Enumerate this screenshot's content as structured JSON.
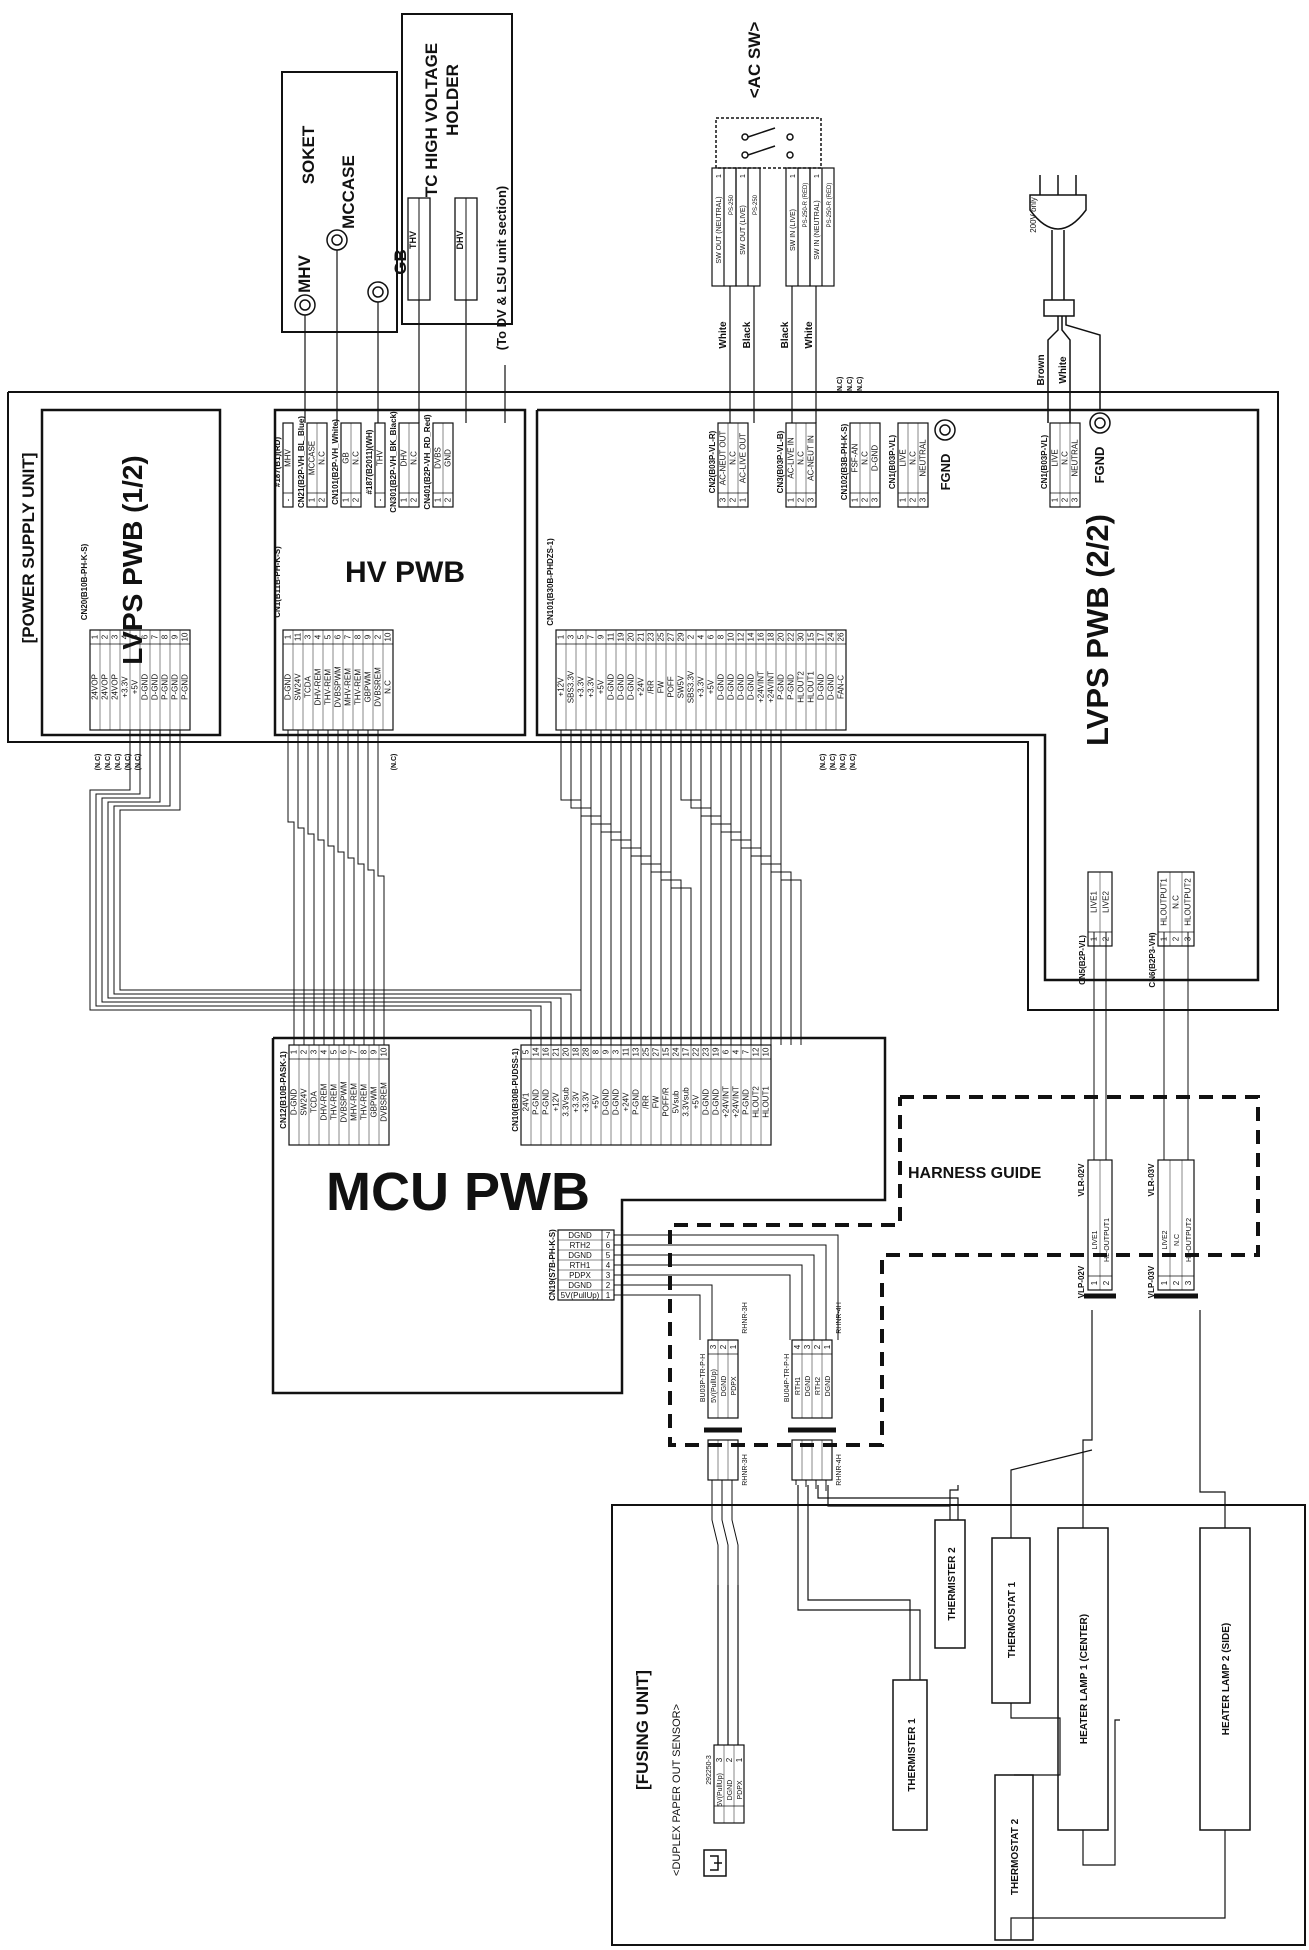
{
  "labels": {
    "power_supply_unit": "[POWER SUPPLY UNIT]",
    "lvps1": "LVPS PWB (1/2)",
    "lvps2": "LVPS PWB (2/2)",
    "hv_pwb": "HV PWB",
    "mcu_pwb": "MCU PWB",
    "fusing_unit": "[FUSING UNIT]",
    "harness_guide": "HARNESS GUIDE",
    "ac_sw": "<AC SW>",
    "to_dv_lsu": "(To DV & LSU unit section)",
    "soket": "SOKET",
    "mccase": "MCCASE",
    "mhv": "MHV",
    "gb": "GB",
    "tc_hv_holder_1": "TC HIGH VOLTAGE",
    "tc_hv_holder_2": "HOLDER",
    "thv": "THV",
    "dhv": "DHV",
    "fgnd1": "FGND",
    "fgnd2": "FGND",
    "v200": "200V only",
    "duplex_sensor": "<DUPLEX PAPER OUT SENSOR>",
    "thermister1": "THERMISTER 1",
    "thermister2": "THERMISTER 2",
    "thermostat1": "THERMOSTAT 1",
    "thermostat2": "THERMOSTAT 2",
    "heater1": "HEATER LAMP 1 (CENTER)",
    "heater2": "HEATER LAMP 2 (SIDE)"
  },
  "wires": {
    "white1": "White",
    "black1": "Black",
    "black2": "Black",
    "white2": "White",
    "brown": "Brown",
    "white3": "White"
  },
  "connectors": {
    "cn20": {
      "title": "CN20(B10B-PH-K-S)",
      "pins": [
        "1",
        "2",
        "3",
        "4",
        "5",
        "6",
        "7",
        "8",
        "9",
        "10"
      ],
      "signals": [
        "24VOP",
        "24VOP",
        "24VOP",
        "+3.3V",
        "+5V",
        "D-GND",
        "D-GND",
        "P-GND",
        "P-GND",
        "P-GND"
      ]
    },
    "cn20_nc": [
      "(N.C)",
      "(N.C)",
      "(N.C)",
      "(N.C)",
      "(N.C)"
    ],
    "cn1_hv": {
      "title": "CN1(B11B-PH-K-S)",
      "pins": [
        "1",
        "11",
        "3",
        "4",
        "5",
        "6",
        "7",
        "8",
        "9",
        "2",
        "10"
      ],
      "signals": [
        "D-GND",
        "SW24V",
        "TCDA",
        "DHV-REM",
        "THV-REM",
        "DVBSPWM",
        "MHV-REM",
        "THV-REM",
        "GBPWM",
        "DVBSREM",
        "N.C"
      ]
    },
    "hv_nc": "(N.C)",
    "cn101": {
      "title": "CN101(B30B-PHDZS-1)",
      "pins": [
        "1",
        "3",
        "5",
        "7",
        "9",
        "11",
        "19",
        "20",
        "21",
        "23",
        "25",
        "27",
        "29",
        "2",
        "4",
        "6",
        "8",
        "10",
        "12",
        "14",
        "16",
        "18",
        "20",
        "22",
        "30",
        "15",
        "17",
        "24",
        "26"
      ],
      "signals": [
        "+12V",
        "SBS3.3V",
        "+3.3V",
        "+3.3V",
        "+5V",
        "D-GND",
        "D-GND",
        "D-GND",
        "+24V",
        "/RR",
        "FW",
        "POFF",
        "SW5V",
        "SBS3.3V",
        "+3.3V",
        "+5V",
        "D-GND",
        "D-GND",
        "D-GND",
        "D-GND",
        "+24VINT",
        "+24VINT",
        "P-GND",
        "P-GND",
        "HLOUT2",
        "HLOUT1",
        "D-GND",
        "D-GND",
        "FAN-C"
      ]
    },
    "cn101_nc": [
      "(N.C)",
      "(N.C)",
      "(N.C)",
      "(N.C)"
    ],
    "hv_top": [
      {
        "title": "#187(B1)(RD)",
        "pins": [
          "-"
        ],
        "signals": [
          "MHV"
        ]
      },
      {
        "title": "CN21(B2P-VH_BL_Blue)",
        "pins": [
          "1",
          "2"
        ],
        "signals": [
          "MCCASE",
          "N.C"
        ]
      },
      {
        "title": "CN101(B2P-VH_White)",
        "pins": [
          "1",
          "2"
        ],
        "signals": [
          "GB",
          "N.C"
        ]
      },
      {
        "title": "#187(B2011)(WH)",
        "pins": [
          "-"
        ],
        "signals": [
          "THV"
        ]
      },
      {
        "title": "CN301(B2P-VH_BK_Black)",
        "pins": [
          "1",
          "2"
        ],
        "signals": [
          "DHV",
          "N.C"
        ]
      },
      {
        "title": "CN401(B2P-VH_RD_Red)",
        "pins": [
          "1",
          "2"
        ],
        "signals": [
          "DVBS",
          "GND"
        ]
      }
    ],
    "lvps2_top": [
      {
        "title": "CN2(B03P-VL-R)",
        "pins": [
          "3",
          "2",
          "1"
        ],
        "signals": [
          "AC-NEUT OUT",
          "N.C",
          "AC-LIVE OUT"
        ]
      },
      {
        "title": "CN3(B03P-VL-B)",
        "pins": [
          "1",
          "2",
          "3"
        ],
        "signals": [
          "AC-LIVE IN",
          "N.C",
          "AC-NEUT IN"
        ]
      },
      {
        "title": "CN102(B3B-PH-K-S)",
        "pins": [
          "1",
          "2",
          "3"
        ],
        "signals": [
          "FSF-AN",
          "N.C",
          "D-GND"
        ]
      },
      {
        "title": "CN1(B03P-VL)",
        "pins": [
          "1",
          "2",
          "3"
        ],
        "signals": [
          "LIVE",
          "N.C",
          "NEUTRAL"
        ]
      },
      {
        "title": "CN1(B03P-VL)",
        "pins": [
          "1",
          "2",
          "3"
        ],
        "signals": [
          "LIVE",
          "N.C",
          "NEUTRAL"
        ]
      }
    ],
    "cn102_nc": [
      "(N.C)",
      "(N.C)",
      "(N.C)"
    ],
    "acsw_pins": [
      {
        "pin": "1",
        "signal": "SW OUT (NEUTRAL)"
      },
      {
        "pin": "1",
        "signal": "SW OUT (LIVE)"
      },
      {
        "pin": "1",
        "signal": "SW IN (LIVE)"
      },
      {
        "pin": "1",
        "signal": "SW IN (NEUTRAL)"
      }
    ],
    "acsw_parts": [
      "PS-250",
      "PS-250",
      "PS-250-R (RED)",
      "PS-250-R (RED)"
    ],
    "cn5": {
      "title": "CN5(B2P-VL)",
      "pins": [
        "1",
        "2"
      ],
      "signals": [
        "LIVE1",
        "LIVE2"
      ]
    },
    "cn6": {
      "title": "CN6(B2P3-VH)",
      "pins": [
        "1",
        "2",
        "3"
      ],
      "signals": [
        "HLOUTPUT1",
        "N.C",
        "HLOUTPUT2"
      ]
    },
    "cn12": {
      "title": "CN12(B10B-PASK-1)",
      "pins": [
        "1",
        "2",
        "3",
        "4",
        "5",
        "6",
        "7",
        "8",
        "9",
        "10"
      ],
      "signals": [
        "D-GND",
        "SW24V",
        "TCDA",
        "DHV-REM",
        "THV-REM",
        "DVBSPWM",
        "MHV-REM",
        "THV-REM",
        "GBPWM",
        "DVBSREM"
      ]
    },
    "cn10": {
      "title": "CN10(B30B-PUDSS-1)",
      "pins": [
        "5",
        "14",
        "16",
        "21",
        "20",
        "18",
        "28",
        "8",
        "9",
        "3",
        "11",
        "13",
        "25",
        "27",
        "15",
        "24",
        "17",
        "22",
        "23",
        "19",
        "6",
        "4",
        "7",
        "12",
        "10"
      ],
      "signals": [
        "24V1",
        "P-GND",
        "P-GND",
        "+12V",
        "3.3Vsub",
        "+3.3V",
        "+3.3V",
        "+5V",
        "D-GND",
        "D-GND",
        "+24V",
        "P-GND",
        "/RR",
        "FW",
        "POFF/R",
        "5Vsub",
        "3.3Vsub",
        "+5V",
        "D-GND",
        "D-GND",
        "+24VINT",
        "+24VINT",
        "P-GND",
        "HLOUT2",
        "HLOUT1"
      ]
    },
    "cn19": {
      "title": "CN19(S7B-PH-K-S)",
      "pins": [
        "7",
        "6",
        "5",
        "4",
        "3",
        "2",
        "1"
      ],
      "signals": [
        "DGND",
        "RTH2",
        "DGND",
        "RTH1",
        "PDPX",
        "DGND",
        "5V(PullUp)"
      ]
    },
    "bu03": {
      "title": "BU03P-TR-P-H",
      "pins": [
        "3",
        "2",
        "1"
      ],
      "signals": [
        "5V(PullUp)",
        "DGND",
        "PDPX"
      ],
      "tag_top": "RHNR-3H",
      "tag_bot": "RHNR-3H"
    },
    "bu04": {
      "title": "BU04P-TR-P-H",
      "pins": [
        "4",
        "3",
        "2",
        "1"
      ],
      "signals": [
        "RTH1",
        "DGND",
        "RTH2",
        "DGND"
      ],
      "tag_top": "RHNR-4H",
      "tag_bot": "RHNR-4H"
    },
    "vlr02": {
      "title": "VLR-02V",
      "pins": [
        "1",
        "2"
      ],
      "signals": [
        "LIVE1",
        "HL-OUTPUT1"
      ]
    },
    "vlp02": {
      "title": "VLP-02V"
    },
    "vlr03": {
      "title": "VLR-03V",
      "pins": [
        "1",
        "2",
        "3"
      ],
      "signals": [
        "LIVE2",
        "N.C",
        "HL-OUTPUT2"
      ]
    },
    "vlp03": {
      "title": "VLP-03V"
    },
    "sensor": {
      "title": "292250-3",
      "pins": [
        "3",
        "2",
        "1"
      ],
      "signals": [
        "5V(PullUp)",
        "DGND",
        "PDPX"
      ]
    }
  }
}
